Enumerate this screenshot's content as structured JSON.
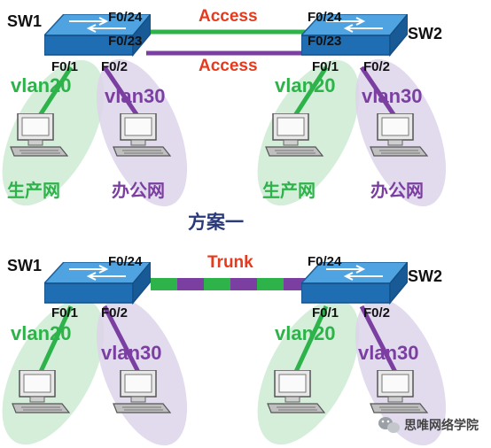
{
  "colors": {
    "green": "#2db34a",
    "purple": "#7a3fa0",
    "red": "#e53a1e",
    "ellipse_green": "#cdebd3",
    "ellipse_purple": "#ddd3ea",
    "switch_top": "#3b8fd0",
    "switch_front": "#1e6bb0",
    "caption": "#2a3a7a"
  },
  "scheme1": {
    "sw1": "SW1",
    "sw2": "SW2",
    "sw1_port_top": "F0/24",
    "sw1_port_bottom": "F0/23",
    "sw2_port_top": "F0/24",
    "sw2_port_bottom": "F0/23",
    "link1": "Access",
    "link2": "Access",
    "sw1_p1": "F0/1",
    "sw1_p2": "F0/2",
    "sw2_p1": "F0/1",
    "sw2_p2": "F0/2",
    "vlan_a": "vlan20",
    "vlan_b": "vlan30",
    "vlan_c": "vlan20",
    "vlan_d": "vlan30",
    "net_a": "生产网",
    "net_b": "办公网",
    "net_c": "生产网",
    "net_d": "办公网",
    "caption": "方案一"
  },
  "scheme2": {
    "sw1": "SW1",
    "sw2": "SW2",
    "sw1_port": "F0/24",
    "sw2_port": "F0/24",
    "link": "Trunk",
    "sw1_p1": "F0/1",
    "sw1_p2": "F0/2",
    "sw2_p1": "F0/1",
    "sw2_p2": "F0/2",
    "vlan_a": "vlan20",
    "vlan_b": "vlan30",
    "vlan_c": "vlan20",
    "vlan_d": "vlan30"
  },
  "watermark": {
    "icon": "wechat-icon",
    "text": "思唯网络学院"
  }
}
